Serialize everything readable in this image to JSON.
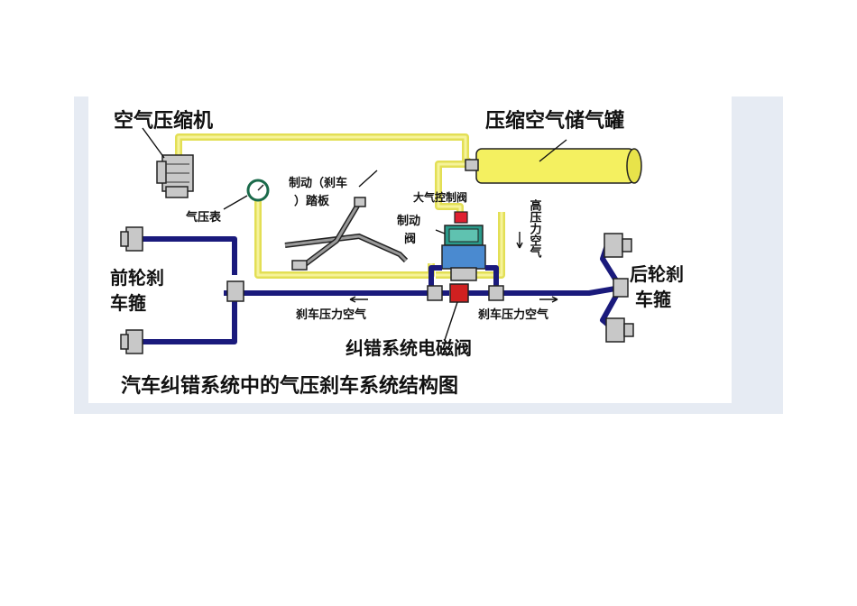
{
  "diagram": {
    "caption": "汽车纠错系统中的气压刹车系统结构图",
    "labels": {
      "air_compressor": "空气压缩机",
      "air_tank": "压缩空气储气罐",
      "pressure_gauge": "气压表",
      "brake_pedal_line1": "制动（刹车",
      "brake_pedal_line2": "）踏板",
      "atmospheric_control_valve": "大气控制阀",
      "brake_valve_line1": "制动",
      "brake_valve_line2": "阀",
      "high_pressure_air": "高压力空气",
      "front_brake_line1": "前轮刹",
      "front_brake_line2": "车箍",
      "rear_brake_line1": "后轮刹",
      "rear_brake_line2": "车箍",
      "brake_air_left": "刹车压力空气",
      "brake_air_right": "刹车压力空气",
      "solenoid_valve": "纠错系统电磁阀"
    },
    "colors": {
      "frame": "#e6ebf3",
      "supply_pipe": "#e3df55",
      "tank": "#f4f060",
      "brake_pipe": "#1a1a7c",
      "control_valve": "#e02030",
      "brake_valve": "#2a9a8a",
      "solenoid": "#d02020"
    }
  }
}
